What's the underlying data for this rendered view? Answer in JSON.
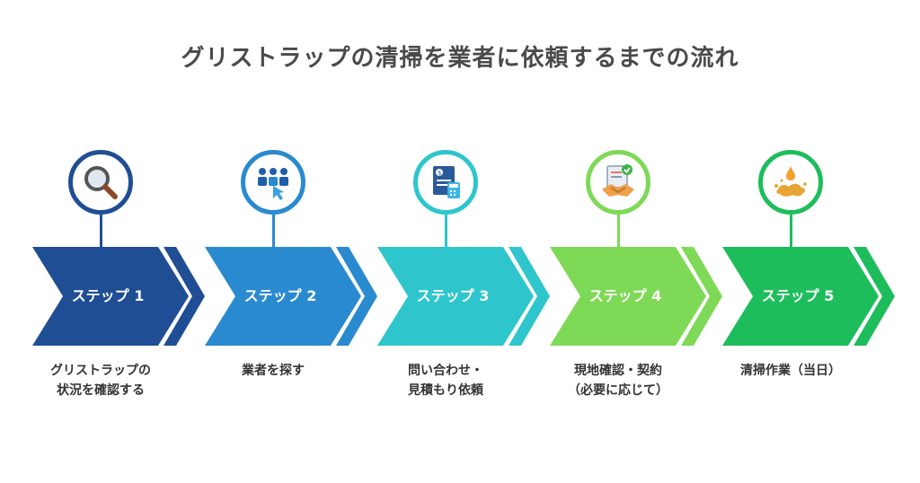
{
  "title": "グリストラップの清掃を業者に依頼するまでの流れ",
  "steps": [
    {
      "label": "ステップ 1",
      "desc": "グリストラップの\n状況を確認する",
      "color": "#1f4e95",
      "icon": "magnifier-icon"
    },
    {
      "label": "ステップ 2",
      "desc": "業者を探す",
      "color": "#2a8ad0",
      "icon": "people-select-icon"
    },
    {
      "label": "ステップ 3",
      "desc": "問い合わせ・\n見積もり依頼",
      "color": "#2ec6cc",
      "icon": "invoice-calculator-icon"
    },
    {
      "label": "ステップ 4",
      "desc": "現地確認・契約\n（必要に応じて）",
      "color": "#7ed957",
      "icon": "handshake-contract-icon"
    },
    {
      "label": "ステップ 5",
      "desc": "清掃作業（当日）",
      "color": "#1ebd5b",
      "icon": "oil-splash-icon"
    }
  ]
}
